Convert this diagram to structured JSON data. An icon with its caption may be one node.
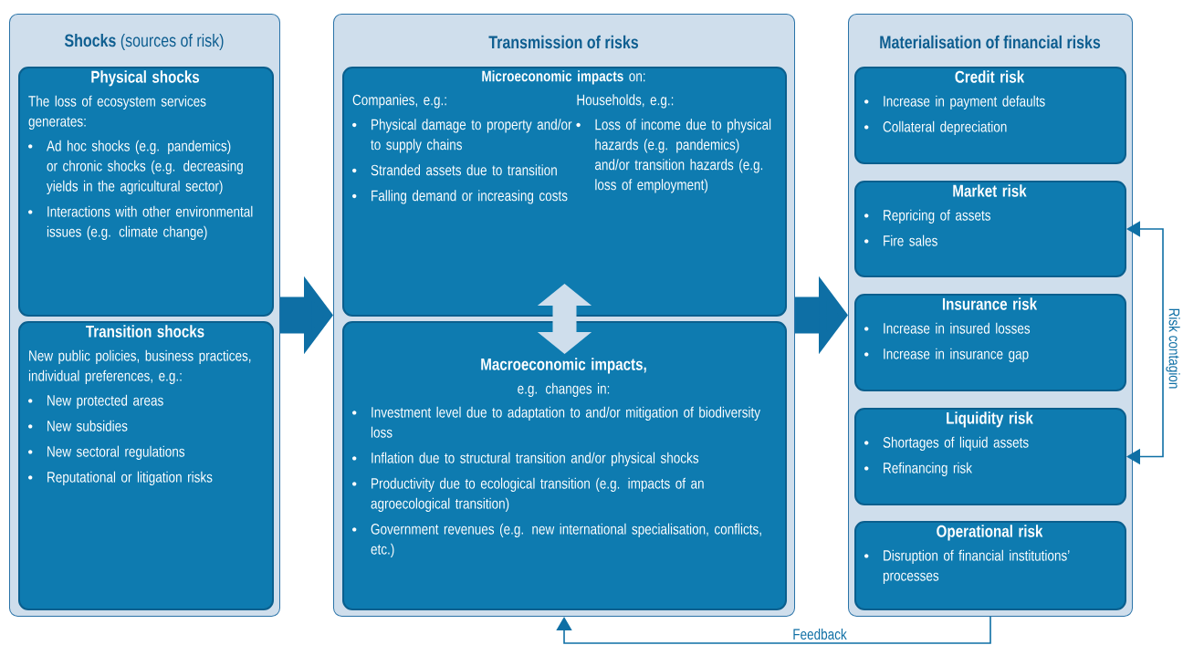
{
  "diagram": {
    "nodes": [
      {
        "text": [
          "**Shocks** (sources of risk)"
        ]
      },
      {
        "text": [
          "Physical shocks",
          "The loss of ecosystem services generates:",
          "Ad hoc shocks (e.g. pandemics) or chronic shocks (e.g. decreasing yields in the agricultural sector)",
          "Interactions with other environmental issues (e.g. climate change)"
        ],
        "in": 0
      },
      {
        "text": [
          "Transition shocks",
          "New public policies, business practices, individual preferences, e.g.:",
          "New protected areas",
          "New subsidies",
          "New sectoral regulations",
          "Reputational or litigation risks"
        ],
        "in": 0
      },
      {
        "text": [
          "Transmission of risks"
        ]
      },
      {
        "text": [
          "**Microeconomic impacts** on:",
          "Companies, e.g.:",
          "Physical damage to property and/or to supply chains",
          "Stranded assets due to transition",
          "Falling demand or increasing costs",
          "Households, e.g.:",
          "Loss of income due to physical hazards (e.g. pandemics) and/or transition hazards (e.g. loss of employment)"
        ],
        "in": 3
      },
      {
        "text": [
          "Macroeconomic impacts,",
          "e.g. changes in:",
          "Investment level due to adaptation to and/or mitigation of biodiversity loss",
          "Inflation due to structural transition and/or physical shocks",
          "Productivity due to ecological transition (e.g. impacts of an agroecological transition)",
          "Government revenues (e.g. new international specialisation, conflicts, etc.)"
        ],
        "in": 3
      },
      {
        "text": [
          "Materialisation of financial risks"
        ]
      },
      {
        "text": [
          "Credit risk",
          "Increase in payment defaults",
          "Collateral depreciation"
        ],
        "in": 6
      },
      {
        "text": [
          "Market risk",
          "Repricing of assets",
          "Fire sales"
        ],
        "in": 6
      },
      {
        "text": [
          "Insurance risk",
          "Increase in insured losses",
          "Increase in insurance gap"
        ],
        "in": 6
      },
      {
        "text": [
          "Liquidity risk",
          "Shortages of liquid assets",
          "Refinancing risk"
        ],
        "in": 6
      },
      {
        "text": [
          "Operational risk",
          "Disruption of financial institutions’ processes"
        ],
        "in": 6
      }
    ],
    "edges": [
      {
        "from": 0,
        "to": 3,
        "arrow": "to"
      },
      {
        "from": 3,
        "to": 6,
        "arrow": "to"
      },
      {
        "from": 4,
        "to": 5,
        "arrow": "both",
        "color": "#cfdeec"
      },
      {
        "from": 8,
        "to": 10,
        "arrow": "both",
        "label": "Risk contagion"
      },
      {
        "from": 6,
        "to": 3,
        "arrow": "to",
        "label": "Feedback"
      }
    ]
  }
}
